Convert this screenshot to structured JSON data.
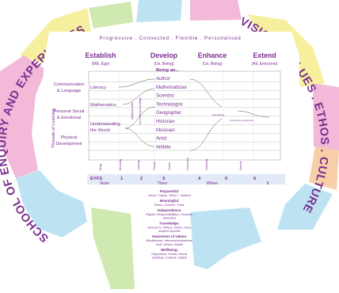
{
  "header": {
    "tagline": "Progressive . Connected . Flexible . Personalised"
  },
  "ring": {
    "left_text": "SCHOOL OF ENQUIRY AND EXPERIENCES",
    "right_text": "VISION . VALUES . ETHOS . CULTURE"
  },
  "stages": [
    {
      "title": "Establish",
      "sub": "(ME, Ego)"
    },
    {
      "title": "Develop",
      "sub": "(Us, Being)"
    },
    {
      "title": "Enhance",
      "sub": "(Us, Being)"
    },
    {
      "title": "Extend",
      "sub": "(All, Everyone)"
    }
  ],
  "threads": {
    "vertical_label": "Threads of Learning",
    "items": [
      "Communication & Language",
      "Personal Social & Emotional",
      "Physical Development"
    ]
  },
  "subjects": [
    "Literacy",
    "Mathematics",
    "Understanding the World"
  ],
  "being_heading": "Being an...",
  "roles": [
    "Author",
    "Mathematician",
    "Scientist",
    "Technologist",
    "Geographer",
    "Historian",
    "Musician",
    "Artist",
    "Athlete"
  ],
  "sublabels": [
    "Applying skills",
    "Connecting knowledge",
    "Specialising",
    "Connecting experiences"
  ],
  "years": [
    "EYFS",
    "1",
    "2",
    "3",
    "4",
    "5",
    "6"
  ],
  "phases": [
    "Now",
    "Then",
    "When",
    "If"
  ],
  "bottom_tiny": [
    "Being",
    "Becoming",
    "Learning",
    "Change",
    "Culture",
    "Connection",
    "Extending",
    "Mastery"
  ],
  "qualities": [
    {
      "title": "Purposeful:",
      "detail": "Need, Clarity, \"Why?\", Defend"
    },
    {
      "title": "Meaningful:",
      "detail": "Place, Context, 'Care'"
    },
    {
      "title": "Independence:",
      "detail": "Rights, Responsibilities, Choices, Selection"
    },
    {
      "title": "Knowledge:",
      "detail": "Access to: Where, When, How, subject Specific"
    },
    {
      "title": "Awareness of values:",
      "detail": "Mindfulness, Interconnectedness, Self, Others, Adults"
    },
    {
      "title": "Wellbeing:",
      "detail": "Happiness, Social, Moral, Spiritual, Cultural, Safety"
    }
  ],
  "colors": {
    "accent": "#7b2f8e",
    "yellow": "#f5ef9e",
    "green": "#cfe9b0",
    "blue": "#bde3f2",
    "pink": "#f2b9d9",
    "peach": "#f7cfa8"
  }
}
